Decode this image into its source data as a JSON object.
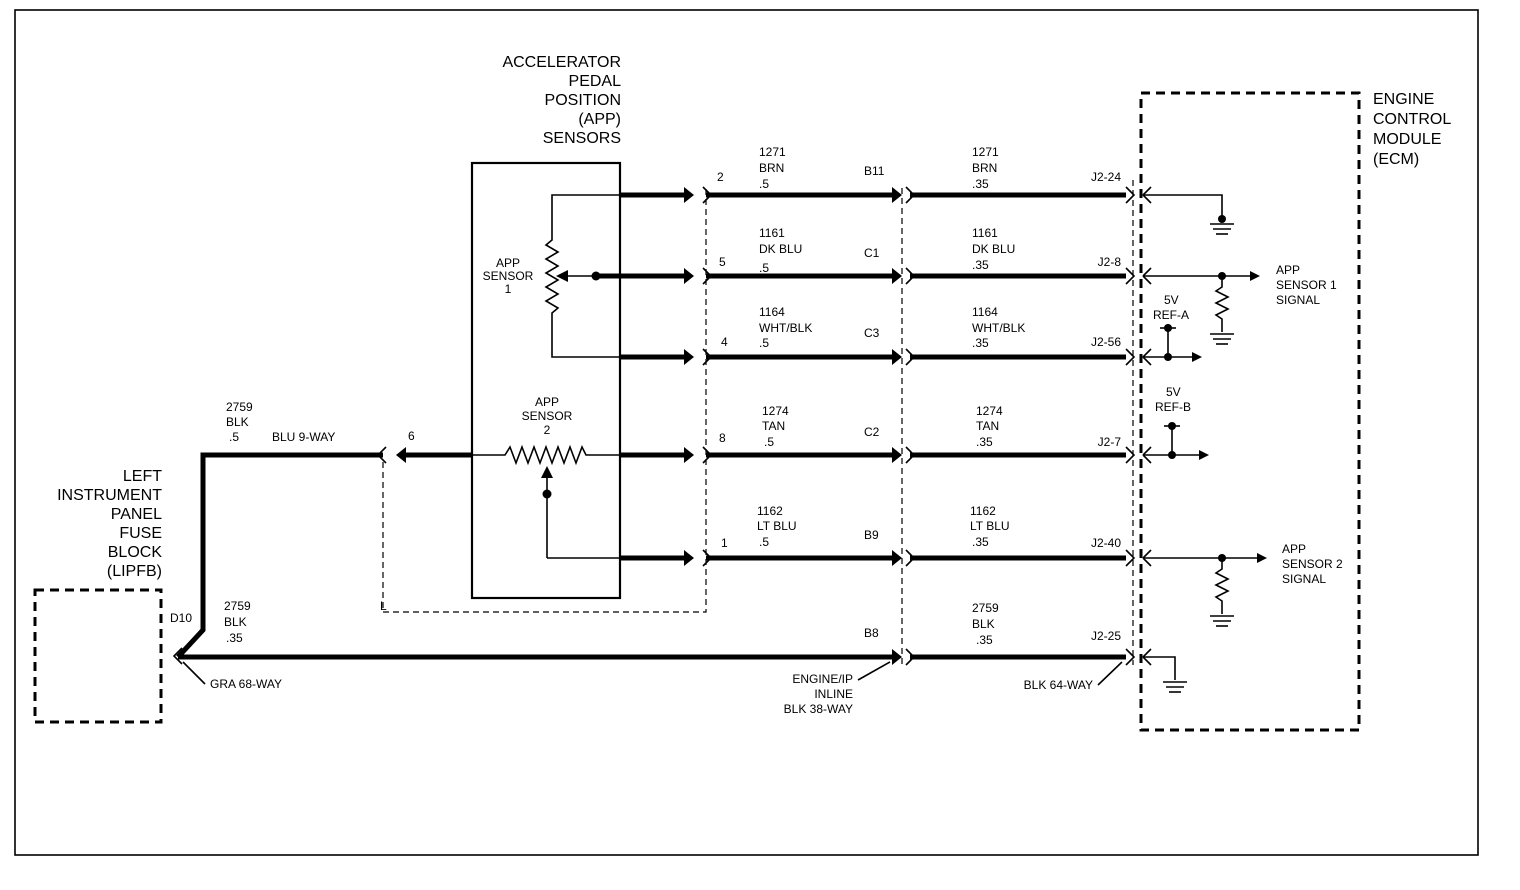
{
  "title": {
    "app_sensors": [
      "ACCELERATOR",
      "PEDAL",
      "POSITION",
      "(APP)",
      "SENSORS"
    ],
    "ecm": [
      "ENGINE",
      "CONTROL",
      "MODULE",
      "(ECM)"
    ],
    "lipfb": [
      "LEFT",
      "INSTRUMENT",
      "PANEL",
      "FUSE",
      "BLOCK",
      "(LIPFB)"
    ]
  },
  "sensors": {
    "app1": [
      "APP",
      "SENSOR",
      "1"
    ],
    "app2": [
      "APP",
      "SENSOR",
      "2"
    ]
  },
  "ecm_labels": {
    "sensor1_signal": [
      "APP",
      "SENSOR 1",
      "SIGNAL"
    ],
    "sensor2_signal": [
      "APP",
      "SENSOR 2",
      "SIGNAL"
    ],
    "ref_a": [
      "5V",
      "REF-A"
    ],
    "ref_b": [
      "5V",
      "REF-B"
    ]
  },
  "connectors": {
    "blu9": "BLU 9-WAY",
    "gra68": "GRA 68-WAY",
    "inline": [
      "ENGINE/IP",
      "INLINE",
      "BLK 38-WAY"
    ],
    "blk64": "BLK 64-WAY",
    "d10": "D10",
    "pin6": "6",
    "l_mark": "L"
  },
  "feed_wire": {
    "top": [
      "2759",
      "BLK",
      ".5"
    ],
    "bottom": [
      "2759",
      "BLK",
      ".35"
    ]
  },
  "circuits": [
    {
      "pin": "2",
      "circuit": "1271",
      "color": "BRN",
      "size": ".5",
      "inline_pin": "B11",
      "circuit_r": "1271",
      "color_r": "BRN",
      "size_r": ".35",
      "ecm_pin": "J2-24"
    },
    {
      "pin": "5",
      "circuit": "1161",
      "color": "DK BLU",
      "size": ".5",
      "inline_pin": "C1",
      "circuit_r": "1161",
      "color_r": "DK BLU",
      "size_r": ".35",
      "ecm_pin": "J2-8"
    },
    {
      "pin": "4",
      "circuit": "1164",
      "color": "WHT/BLK",
      "size": ".5",
      "inline_pin": "C3",
      "circuit_r": "1164",
      "color_r": "WHT/BLK",
      "size_r": ".35",
      "ecm_pin": "J2-56"
    },
    {
      "pin": "8",
      "circuit": "1274",
      "color": "TAN",
      "size": ".5",
      "inline_pin": "C2",
      "circuit_r": "1274",
      "color_r": "TAN",
      "size_r": ".35",
      "ecm_pin": "J2-7"
    },
    {
      "pin": "1",
      "circuit": "1162",
      "color": "LT BLU",
      "size": ".5",
      "inline_pin": "B9",
      "circuit_r": "1162",
      "color_r": "LT BLU",
      "size_r": ".35",
      "ecm_pin": "J2-40"
    }
  ],
  "ground_wire": {
    "inline_pin": "B8",
    "circuit_r": "2759",
    "color_r": "BLK",
    "size_r": ".35",
    "ecm_pin": "J2-25"
  }
}
